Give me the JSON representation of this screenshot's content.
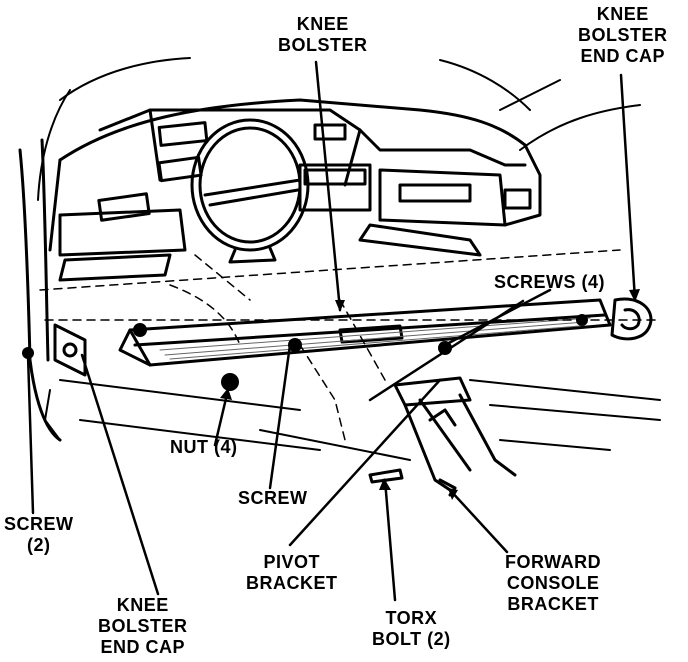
{
  "labels": {
    "knee_bolster_top": [
      "KNEE",
      "BOLSTER"
    ],
    "knee_bolster_end_cap_top": [
      "KNEE",
      "BOLSTER",
      "END CAP"
    ],
    "screws_4": "SCREWS (4)",
    "nut_4": "NUT (4)",
    "screw": "SCREW",
    "screw_2": [
      "SCREW",
      "(2)"
    ],
    "pivot_bracket": [
      "PIVOT",
      "BRACKET"
    ],
    "forward_console_bracket": [
      "FORWARD",
      "CONSOLE",
      "BRACKET"
    ],
    "torx_bolt_2": [
      "TORX",
      "BOLT (2)"
    ],
    "knee_bolster_end_cap_bottom": [
      "KNEE",
      "BOLSTER",
      "END CAP"
    ]
  }
}
